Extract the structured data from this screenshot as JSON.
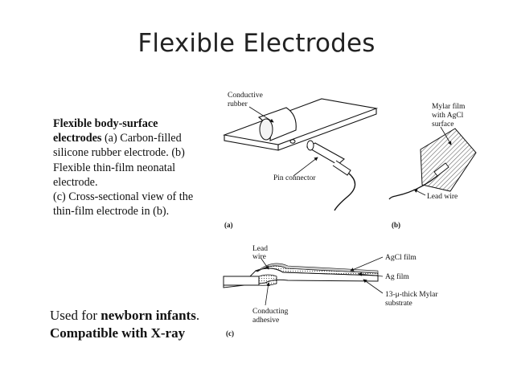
{
  "slide": {
    "title": "Flexible Electrodes"
  },
  "caption": {
    "bold": "Flexible body-surface electrodes",
    "text_a": " (a) Carbon-filled silicone rubber electrode.",
    "text_b": " (b) Flexible thin-film neonatal electrode.",
    "text_c": "(c) Cross-sectional view of the thin-film electrode in (b)."
  },
  "usage": {
    "line1_prefix": "Used for ",
    "line1_bold": "newborn infants",
    "line1_suffix": ".",
    "line2_bold": "Compatible with X-ray"
  },
  "figure": {
    "a": {
      "panel_label": "(a)",
      "conductive_rubber_1": "Conductive",
      "conductive_rubber_2": "rubber",
      "pin_connector": "Pin connector"
    },
    "b": {
      "panel_label": "(b)",
      "mylar_1": "Mylar film",
      "mylar_2": "with AgCl",
      "mylar_3": "surface",
      "lead_wire": "Lead wire"
    },
    "c": {
      "panel_label": "(c)",
      "lead_wire_1": "Lead",
      "lead_wire_2": "wire",
      "agcl_film": "AgCl film",
      "ag_film": "Ag film",
      "mylar_1": "13-μ-thick Mylar",
      "mylar_2": "substrate",
      "adhesive_1": "Conducting",
      "adhesive_2": "adhesive"
    }
  }
}
